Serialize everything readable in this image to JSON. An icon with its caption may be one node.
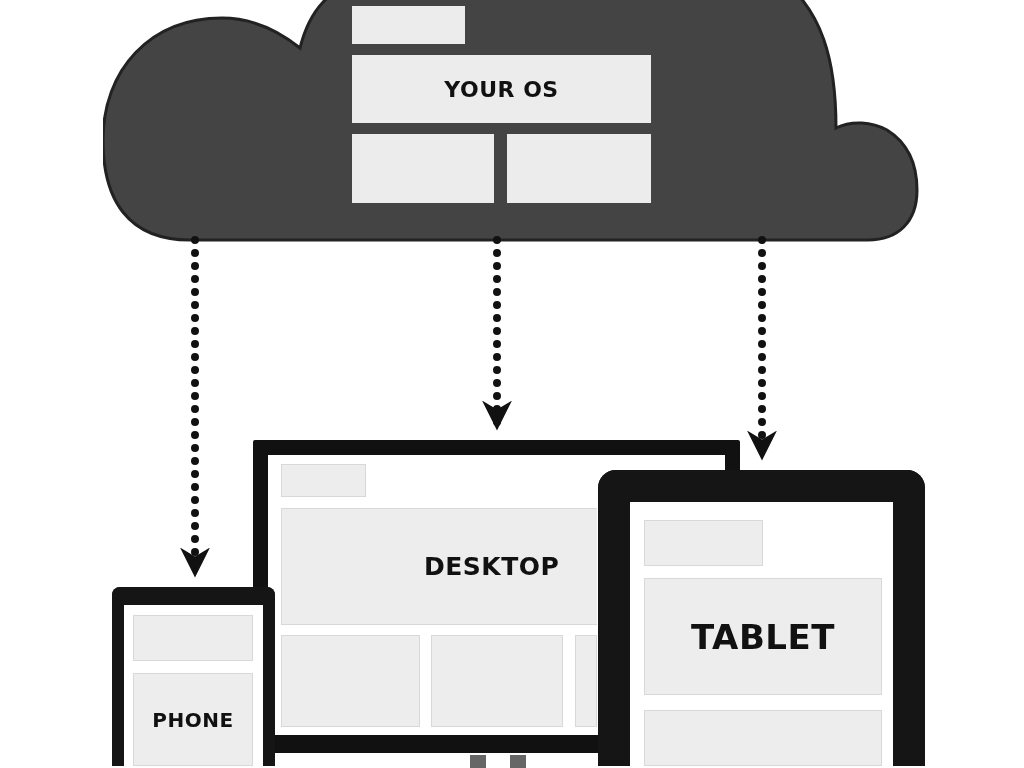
{
  "diagram": {
    "nodes": [
      {
        "text": [],
        "shape": "cloud"
      },
      {
        "text": [],
        "shape": "box",
        "in": 0
      },
      {
        "text": [
          "YOUR OS"
        ],
        "in": 0
      },
      {
        "text": [],
        "shape": "box",
        "in": 0
      },
      {
        "text": [],
        "shape": "box",
        "in": 0
      },
      {
        "text": [],
        "shape": "box"
      },
      {
        "text": [],
        "shape": "box",
        "in": 5
      },
      {
        "text": [
          "DESKTOP"
        ],
        "in": 5
      },
      {
        "text": [],
        "shape": "box",
        "in": 5
      },
      {
        "text": [],
        "shape": "box",
        "in": 5
      },
      {
        "text": [],
        "shape": "box",
        "in": 5
      },
      {
        "text": [],
        "shape": "box"
      },
      {
        "text": [],
        "shape": "box",
        "in": 11
      },
      {
        "text": [
          "TABLET"
        ],
        "in": 11
      },
      {
        "text": [],
        "shape": "box",
        "in": 11
      },
      {
        "text": [],
        "shape": "box"
      },
      {
        "text": [],
        "shape": "box",
        "in": 15
      },
      {
        "text": [
          "PHONE"
        ],
        "in": 15
      }
    ],
    "edges": [
      {
        "from": 0,
        "to": 15,
        "arrow": "to",
        "style": "dashed"
      },
      {
        "from": 0,
        "to": 5,
        "arrow": "to",
        "style": "dashed"
      },
      {
        "from": 0,
        "to": 11,
        "arrow": "to",
        "style": "dashed"
      }
    ]
  }
}
